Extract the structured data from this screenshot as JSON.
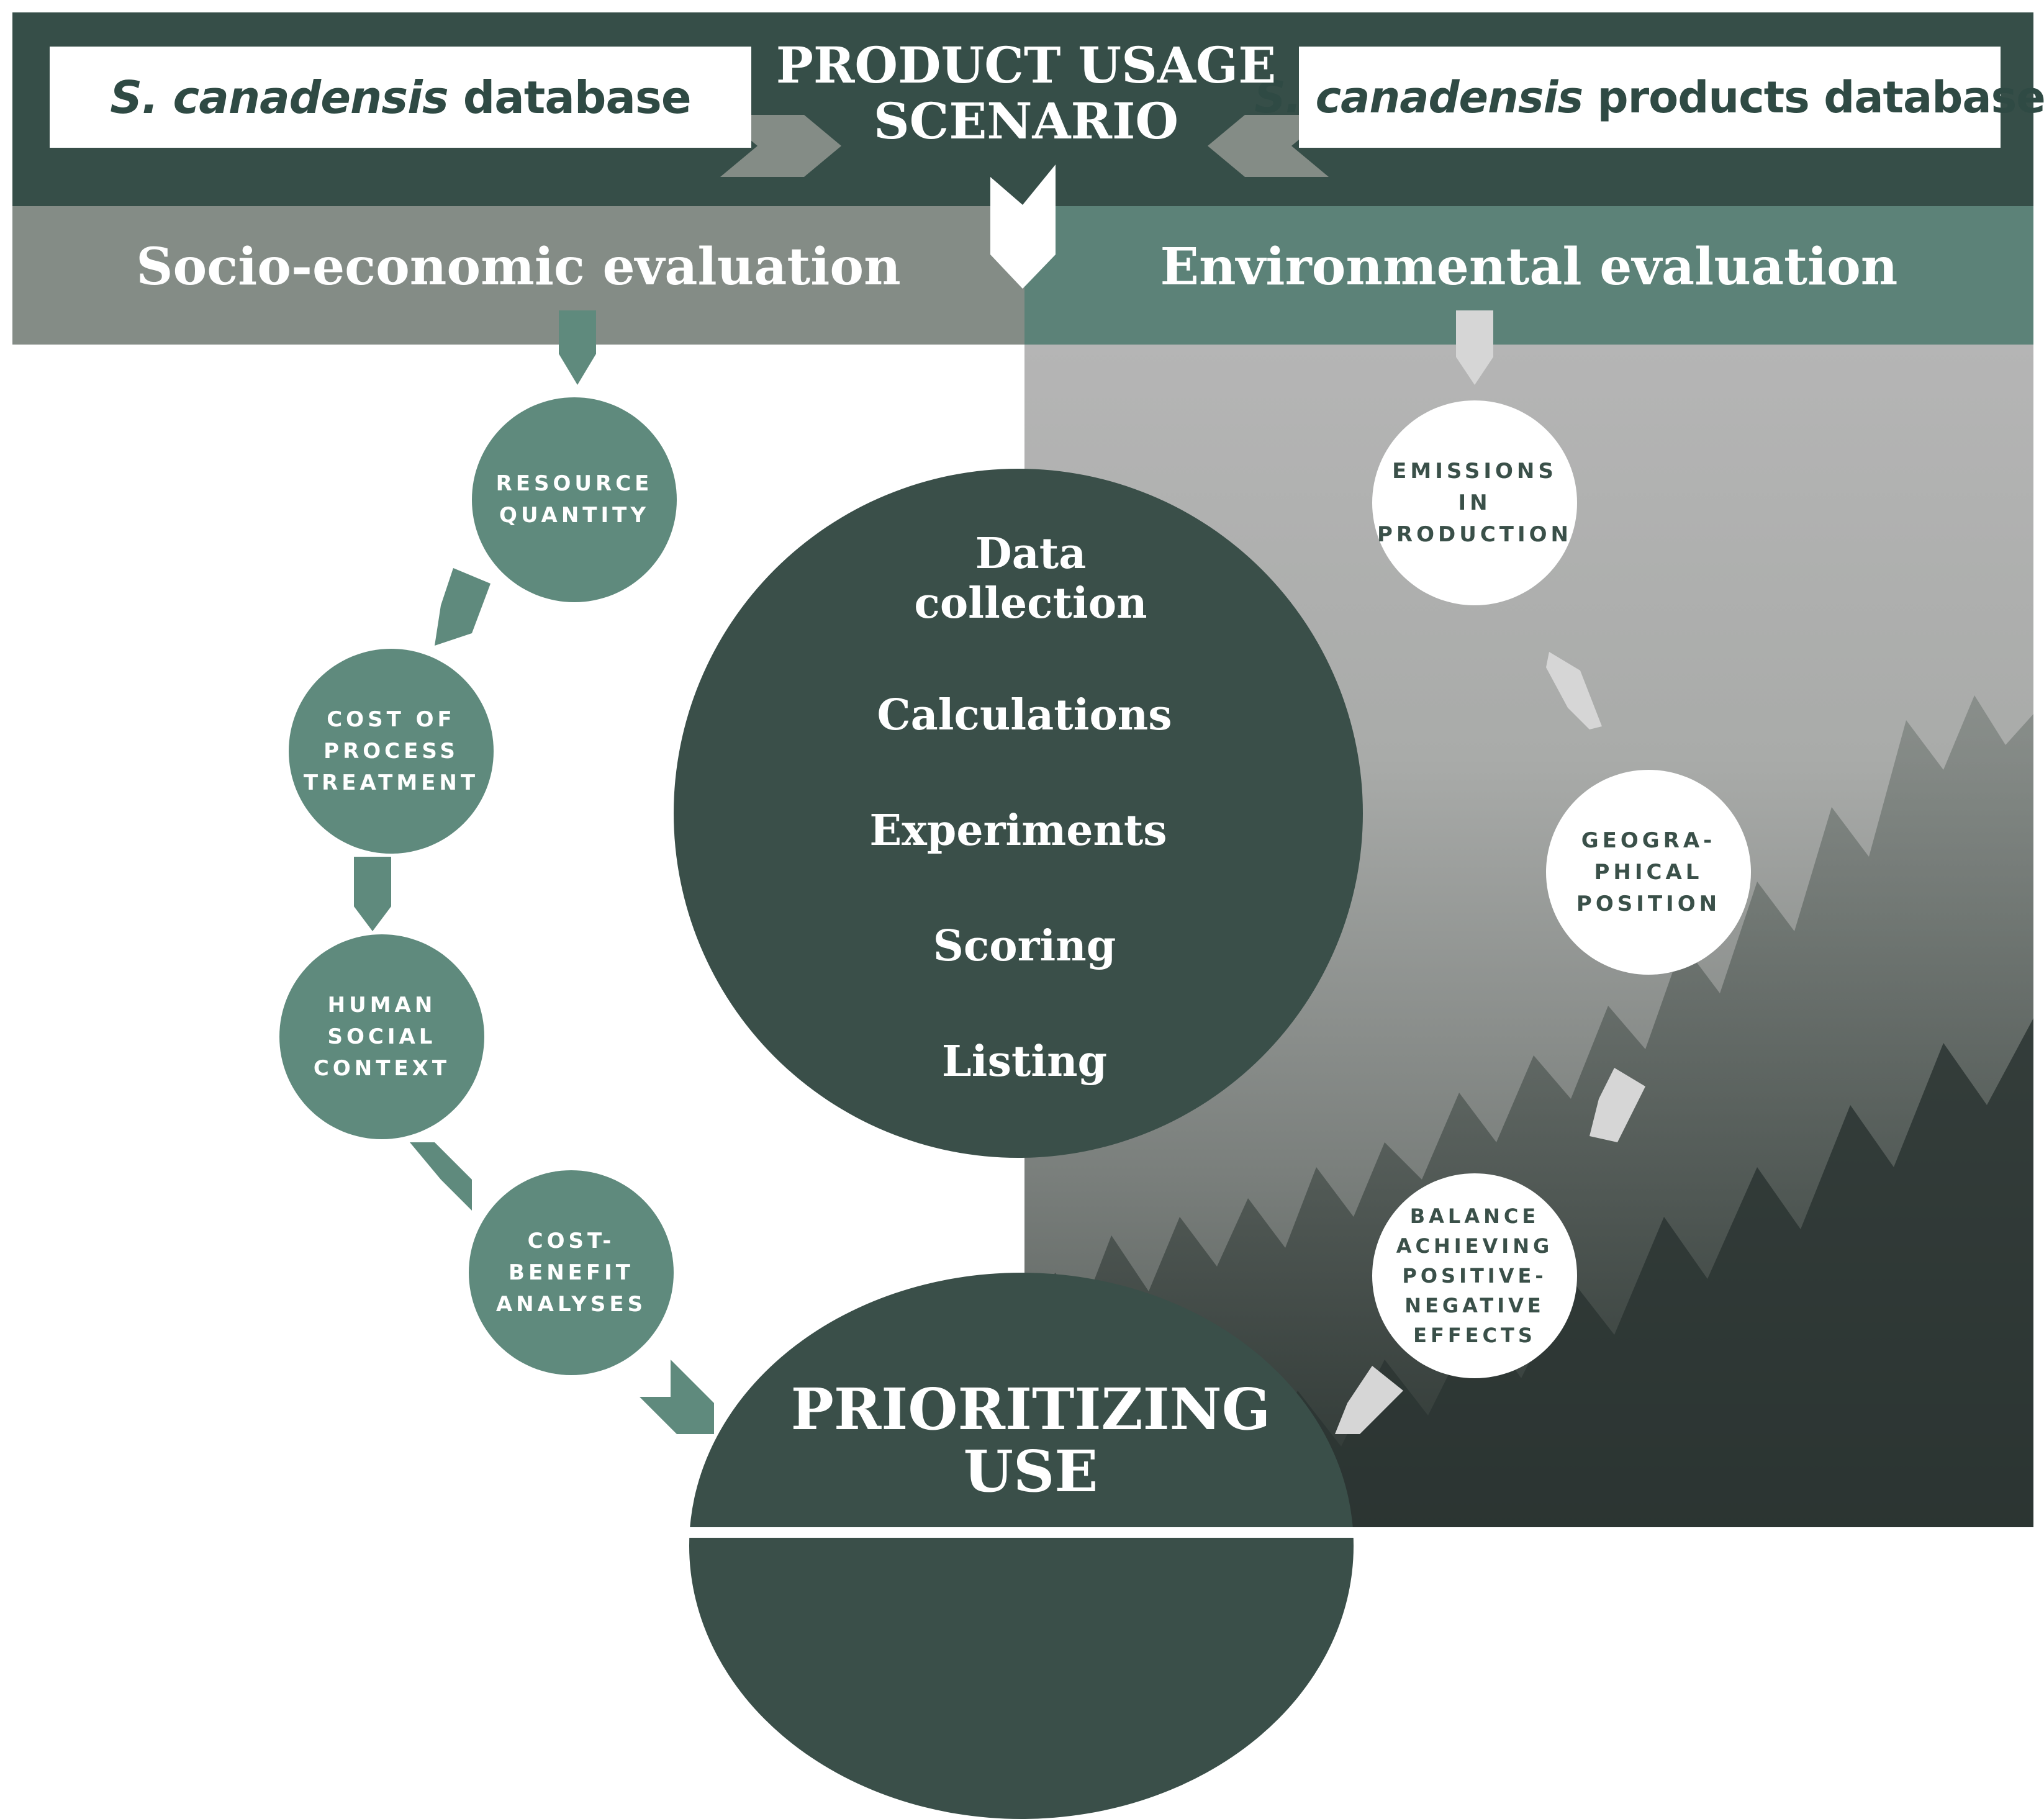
{
  "header": {
    "left_database": {
      "italic": "S. canadensis",
      "plain": " database"
    },
    "right_database": {
      "italic": "S. canadensis",
      "plain": " products database"
    },
    "scenario_line1": "PRODUCT USAGE",
    "scenario_line2": "SCENARIO"
  },
  "evaluations": {
    "socio": "Socio-economic evaluation",
    "environmental": "Environmental evaluation"
  },
  "socio_steps": [
    {
      "line1": "RESOURCE",
      "line2": "QUANTITY"
    },
    {
      "line1": "COST OF",
      "line2": "PROCESS",
      "line3": "TREATMENT"
    },
    {
      "line1": "HUMAN",
      "line2": "SOCIAL",
      "line3": "CONTEXT"
    },
    {
      "line1": "COST-",
      "line2": "BENEFIT",
      "line3": "ANALYSES"
    }
  ],
  "environmental_steps": [
    {
      "line1": "EMISSIONS",
      "line2": "IN",
      "line3": "PRODUCTION"
    },
    {
      "line1": "GEOGRA-",
      "line2": "PHICAL",
      "line3": "POSITION"
    },
    {
      "line1": "BALANCE",
      "line2": "ACHIEVING",
      "line3": "POSITIVE-",
      "line4": "NEGATIVE",
      "line5": "EFFECTS"
    }
  ],
  "center_items": {
    "data_line1": "Data",
    "data_line2": "collection",
    "calculations": "Calculations",
    "experiments": "Experiments",
    "scoring": "Scoring",
    "listing": "Listing"
  },
  "outcome": {
    "line1": "PRIORITIZING",
    "line2": "USE"
  },
  "colors": {
    "dark_green": "#364e48",
    "grey_green": "#848c86",
    "teal_green": "#5c8278",
    "step_green": "#5f8a7d",
    "center_dark": "#3a4f49",
    "arrow_light": "#d6d6d6"
  }
}
